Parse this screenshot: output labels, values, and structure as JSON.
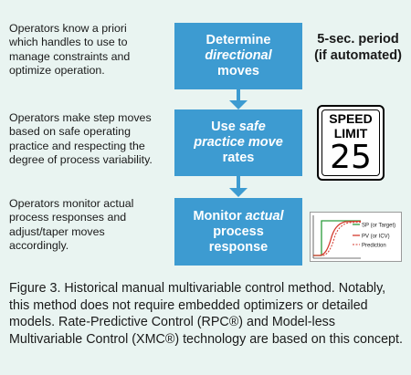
{
  "notes": [
    "Operators know a priori\nwhich handles to use to\nmanage constraints and\noptimize operation.",
    "Operators make step moves\nbased on safe operating\npractice and respecting the\ndegree of process variability.",
    "Operators monitor actual\nprocess responses and\nadjust/taper moves\naccordingly."
  ],
  "steps": [
    {
      "pre": "Determine",
      "em": "directional",
      "post": "moves"
    },
    {
      "pre": "Use ",
      "em": "safe practice move",
      "post": "rates"
    },
    {
      "pre": "Monitor ",
      "em": "actual",
      "post": "process response"
    }
  ],
  "period_label": "5-sec. period\n(if automated)",
  "sign": {
    "line1": "SPEED",
    "line2": "LIMIT",
    "number": "25"
  },
  "mini_chart": {
    "legend": [
      "SP (or Target)",
      "PV (or ICV)",
      "Prediction"
    ],
    "colors": {
      "sp": "#2a9a3a",
      "pv": "#d43a2e",
      "prediction": "#d43a2e"
    }
  },
  "caption": "Figure 3. Historical manual multivariable control method. Notably, this method does not require embedded optimizers or detailed models. Rate-Predictive Control (RPC®) and Model-less Multivariable Control (XMC®) technology are based on this concept.",
  "colors": {
    "background": "#e9f4f1",
    "step_box": "#3d9bd1"
  }
}
